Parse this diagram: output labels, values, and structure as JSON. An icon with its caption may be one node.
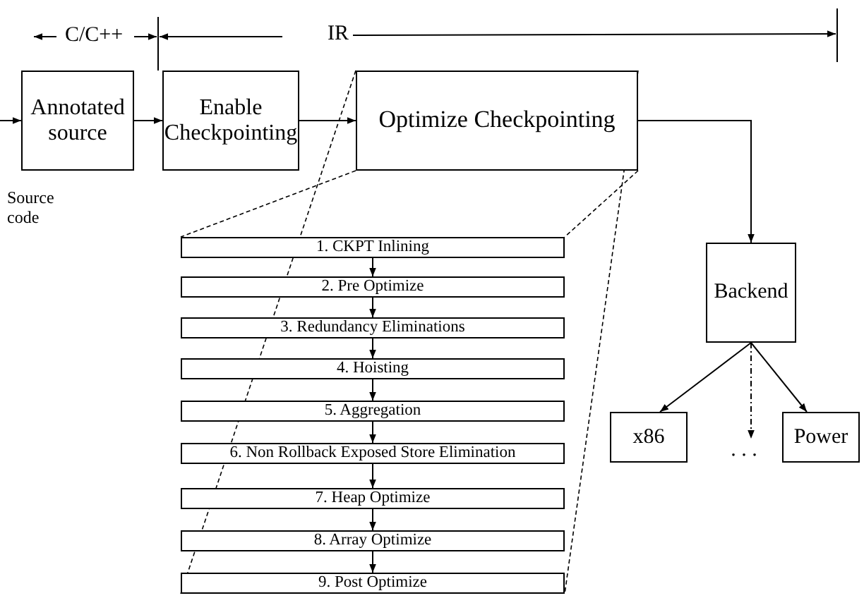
{
  "diagram": {
    "nodes": [
      {
        "text": [
          "Annotated source"
        ],
        "beside": [
          "Source code"
        ]
      },
      {
        "text": [
          "Enable Checkpointing"
        ]
      },
      {
        "text": [
          "Optimize Checkpointing"
        ]
      },
      {
        "text": [
          "1. CKPT Inlining"
        ]
      },
      {
        "text": [
          "2. Pre Optimize"
        ]
      },
      {
        "text": [
          "3. Redundancy Eliminations"
        ]
      },
      {
        "text": [
          "4. Hoisting"
        ]
      },
      {
        "text": [
          "5. Aggregation"
        ]
      },
      {
        "text": [
          "6. Non Rollback Exposed Store Elimination"
        ]
      },
      {
        "text": [
          "7. Heap Optimize"
        ]
      },
      {
        "text": [
          "8. Array Optimize"
        ]
      },
      {
        "text": [
          "9. Post Optimize"
        ]
      },
      {
        "text": [
          "Backend"
        ]
      },
      {
        "text": [
          "x86"
        ]
      },
      {
        "text": [
          ". . ."
        ]
      },
      {
        "text": [
          "Power"
        ]
      }
    ],
    "edges": [
      {
        "from": null,
        "to": 0,
        "arrow": "to"
      },
      {
        "from": 0,
        "to": 1,
        "arrow": "to"
      },
      {
        "from": 1,
        "to": 2,
        "arrow": "to"
      },
      {
        "from": 2,
        "to": 12,
        "arrow": "to"
      },
      {
        "from": 3,
        "to": 4,
        "arrow": "to"
      },
      {
        "from": 4,
        "to": 5,
        "arrow": "to"
      },
      {
        "from": 5,
        "to": 6,
        "arrow": "to"
      },
      {
        "from": 6,
        "to": 7,
        "arrow": "to"
      },
      {
        "from": 7,
        "to": 8,
        "arrow": "to"
      },
      {
        "from": 8,
        "to": 9,
        "arrow": "to"
      },
      {
        "from": 9,
        "to": 10,
        "arrow": "to"
      },
      {
        "from": 10,
        "to": 11,
        "arrow": "to"
      },
      {
        "from": 12,
        "to": 13,
        "arrow": "to"
      },
      {
        "from": 12,
        "to": 14,
        "arrow": "to",
        "style": "dashed"
      },
      {
        "from": 12,
        "to": 15,
        "arrow": "to"
      }
    ],
    "labels": [
      "C/C++",
      "IR"
    ]
  }
}
